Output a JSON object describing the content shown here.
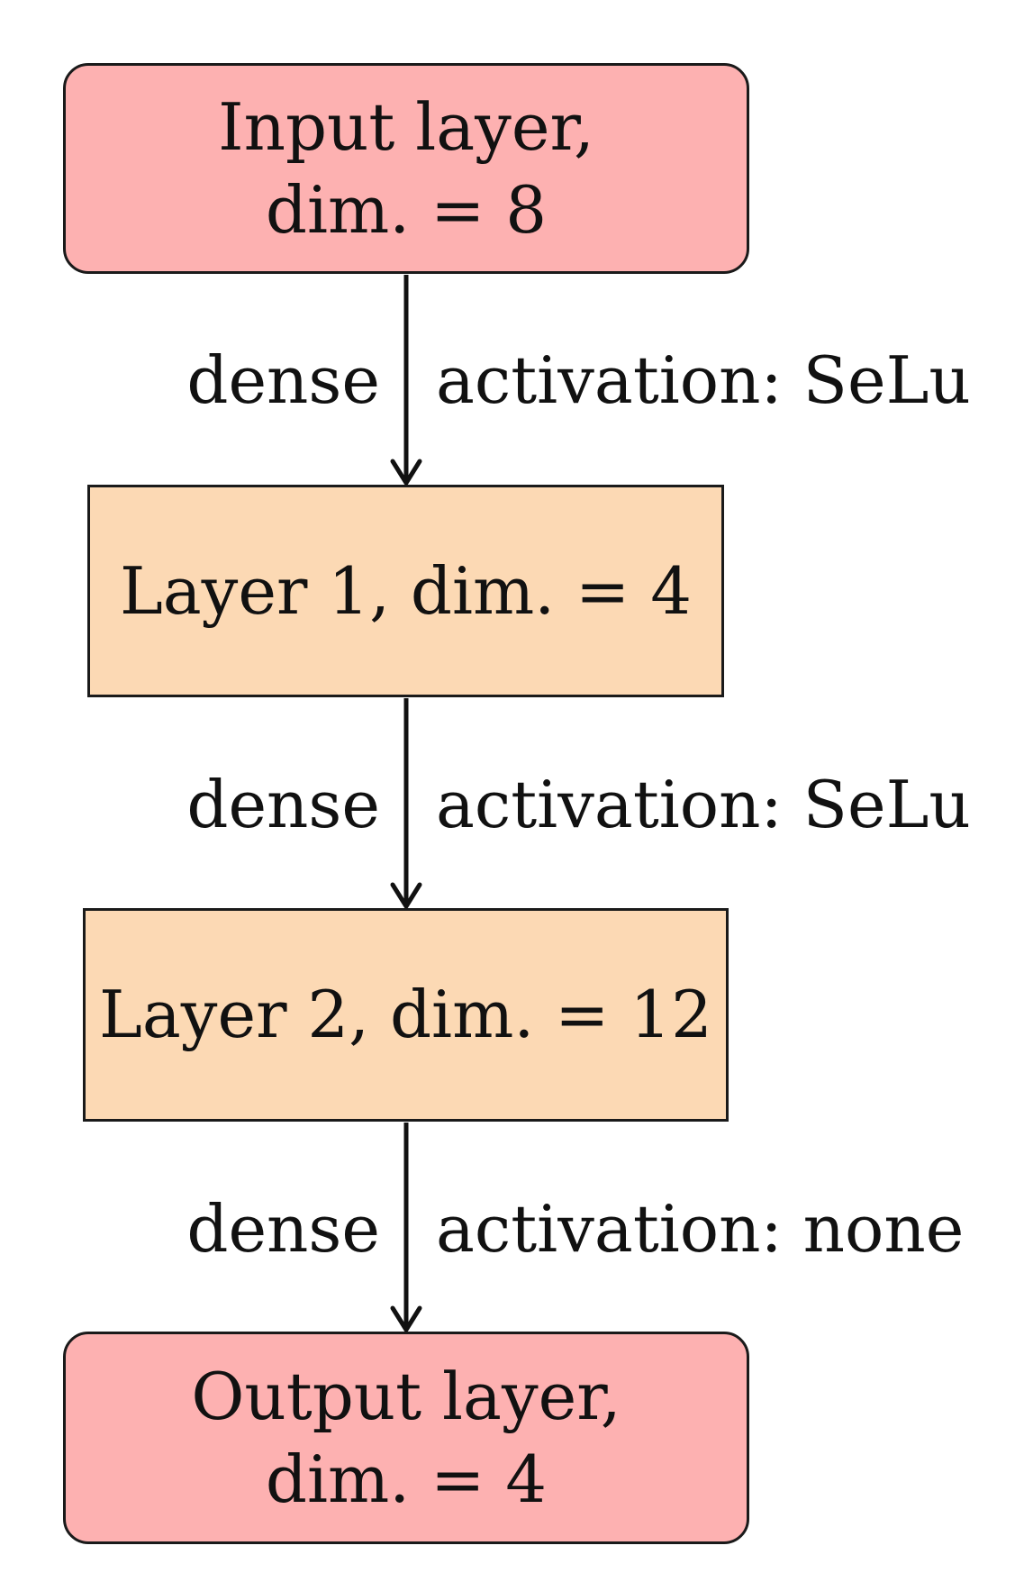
{
  "layers": [
    {
      "line1": "Input layer,",
      "line2": "dim.  = 8",
      "color": "#fdb1b1"
    },
    {
      "line1": "Layer 1, dim. = 4",
      "color": "#fcd9b4"
    },
    {
      "line1": "Layer 2, dim. = 12",
      "color": "#fcd9b4"
    },
    {
      "line1": "Output layer,",
      "line2": "dim.  = 4",
      "color": "#fdb1b1"
    }
  ],
  "edges": [
    {
      "type": "dense",
      "activation": "activation: SeLu"
    },
    {
      "type": "dense",
      "activation": "activation: SeLu"
    },
    {
      "type": "dense",
      "activation": "activation: none"
    }
  ]
}
